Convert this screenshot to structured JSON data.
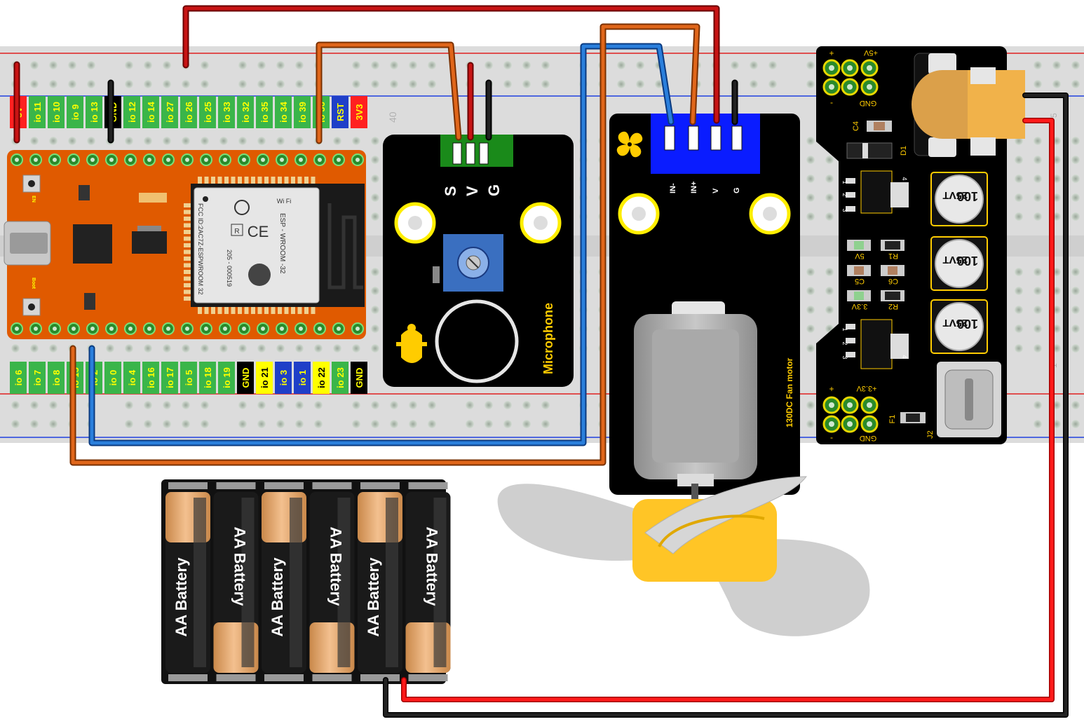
{
  "breadboard": {
    "row_number": "40",
    "top_right_number": "5",
    "bottom_right_number": "1"
  },
  "esp32": {
    "top_pins": [
      {
        "label": "5V",
        "bg": "#ff2020",
        "fg": "#ffff00"
      },
      {
        "label": "io 11",
        "bg": "#3ab54a",
        "fg": "#ffff00"
      },
      {
        "label": "io 10",
        "bg": "#3ab54a",
        "fg": "#ffff00"
      },
      {
        "label": "io 9",
        "bg": "#3ab54a",
        "fg": "#ffff00"
      },
      {
        "label": "io 13",
        "bg": "#3ab54a",
        "fg": "#ffff00"
      },
      {
        "label": "GND",
        "bg": "#000000",
        "fg": "#ffff00"
      },
      {
        "label": "io 12",
        "bg": "#3ab54a",
        "fg": "#ffff00"
      },
      {
        "label": "io 14",
        "bg": "#3ab54a",
        "fg": "#ffff00"
      },
      {
        "label": "io 27",
        "bg": "#3ab54a",
        "fg": "#ffff00"
      },
      {
        "label": "io 26",
        "bg": "#3ab54a",
        "fg": "#ffff00"
      },
      {
        "label": "io 25",
        "bg": "#3ab54a",
        "fg": "#ffff00"
      },
      {
        "label": "io 33",
        "bg": "#3ab54a",
        "fg": "#ffff00"
      },
      {
        "label": "io 32",
        "bg": "#3ab54a",
        "fg": "#ffff00"
      },
      {
        "label": "io 35",
        "bg": "#3ab54a",
        "fg": "#ffff00"
      },
      {
        "label": "io 34",
        "bg": "#3ab54a",
        "fg": "#ffff00"
      },
      {
        "label": "io 39",
        "bg": "#3ab54a",
        "fg": "#ffff00"
      },
      {
        "label": "io 36",
        "bg": "#3ab54a",
        "fg": "#ffff00"
      },
      {
        "label": "RST",
        "bg": "#1f3fc8",
        "fg": "#ffff00"
      },
      {
        "label": "3V3",
        "bg": "#ff2020",
        "fg": "#ffff00"
      }
    ],
    "bottom_pins": [
      {
        "label": "io 6",
        "bg": "#3ab54a",
        "fg": "#ffff00"
      },
      {
        "label": "io 7",
        "bg": "#3ab54a",
        "fg": "#ffff00"
      },
      {
        "label": "io 8",
        "bg": "#3ab54a",
        "fg": "#ffff00"
      },
      {
        "label": "io 15",
        "bg": "#3ab54a",
        "fg": "#ffff00"
      },
      {
        "label": "io 2",
        "bg": "#3ab54a",
        "fg": "#ffff00"
      },
      {
        "label": "io 0",
        "bg": "#3ab54a",
        "fg": "#ffff00"
      },
      {
        "label": "io 4",
        "bg": "#3ab54a",
        "fg": "#ffff00"
      },
      {
        "label": "io 16",
        "bg": "#3ab54a",
        "fg": "#ffff00"
      },
      {
        "label": "io 17",
        "bg": "#3ab54a",
        "fg": "#ffff00"
      },
      {
        "label": "io 5",
        "bg": "#3ab54a",
        "fg": "#ffff00"
      },
      {
        "label": "io 18",
        "bg": "#3ab54a",
        "fg": "#ffff00"
      },
      {
        "label": "io 19",
        "bg": "#3ab54a",
        "fg": "#ffff00"
      },
      {
        "label": "GND",
        "bg": "#000000",
        "fg": "#ffff00"
      },
      {
        "label": "io 21",
        "bg": "#ffff00",
        "fg": "#000000"
      },
      {
        "label": "io 3",
        "bg": "#1f3fc8",
        "fg": "#ffff00"
      },
      {
        "label": "io 1",
        "bg": "#1f3fc8",
        "fg": "#ffff00"
      },
      {
        "label": "io 22",
        "bg": "#ffff00",
        "fg": "#000000"
      },
      {
        "label": "io 23",
        "bg": "#3ab54a",
        "fg": "#ffff00"
      },
      {
        "label": "GND",
        "bg": "#000000",
        "fg": "#ffff00"
      }
    ],
    "en_label": "EN",
    "boot_label": "Boot",
    "module": {
      "title": "ESP - WROOM -32",
      "fcc": "FCC ID:2AC7Z-ESPWROOM 32",
      "code": "205 - 000519",
      "r_mark": "R",
      "ce_mark": "CE",
      "wifi": "Wi Fi"
    }
  },
  "microphone": {
    "name": "Microphone",
    "pin_s": "S",
    "pin_v": "V",
    "pin_g": "G",
    "accent": "#ffcc00"
  },
  "fan_module": {
    "name": "130DC Fan motor",
    "pins": [
      "IN-",
      "IN+",
      "V",
      "G"
    ],
    "header_color": "#0a1cff"
  },
  "power_module": {
    "top_plus": "+",
    "top_voltage": "+5V",
    "top_minus": "-",
    "top_gnd": "GND",
    "bottom_plus": "+",
    "bottom_voltage": "+3.3V",
    "bottom_minus": "-",
    "bottom_gnd": "GND",
    "c4": "C4",
    "d1": "D1",
    "label_5v": "5V",
    "r1": "R1",
    "c5": "C5",
    "c6": "C6",
    "label_33v": "3.3V",
    "r2": "R2",
    "f1": "F1",
    "j2": "J2",
    "cap_lines": [
      "100",
      "25V",
      "VT"
    ],
    "reg_pins": [
      "1",
      "2",
      "3",
      "4"
    ]
  },
  "battery_pack": {
    "cells": [
      "AA Battery",
      "AA Battery",
      "AA Battery",
      "AA Battery",
      "AA Battery",
      "AA Battery"
    ]
  },
  "colors": {
    "wire_red": "#c81414",
    "wire_orange": "#e0661a",
    "wire_blue": "#2a7fdc",
    "wire_black": "#111111",
    "board_orange": "#e05a00",
    "fan_yellow": "#ffc526"
  }
}
